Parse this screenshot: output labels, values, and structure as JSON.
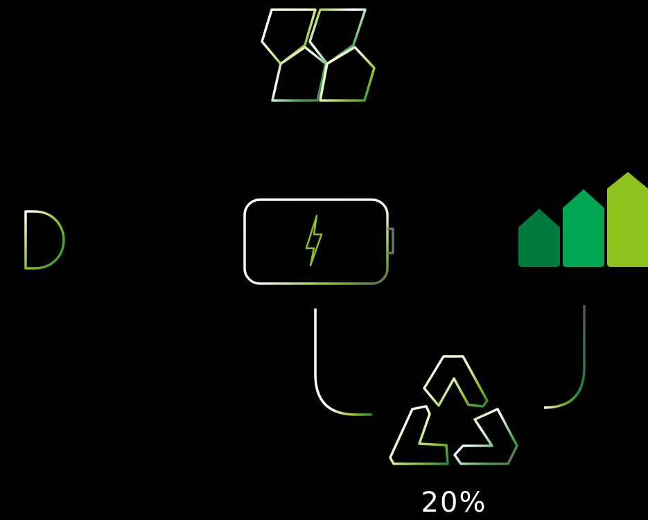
{
  "diagram": {
    "nodes": [
      {
        "name": "solar-panels",
        "icon": "solar-panel-icon"
      },
      {
        "name": "grid-plug",
        "icon": "plug-icon"
      },
      {
        "name": "battery",
        "icon": "battery-icon"
      },
      {
        "name": "energy-rating",
        "icon": "house-bars-icon"
      },
      {
        "name": "recycling",
        "icon": "recycle-icon"
      }
    ],
    "recycling_percentage": "20%",
    "colors": {
      "background": "#000000",
      "line_white": "#ffffff",
      "green_dark": "#007a3d",
      "green_mid": "#00a651",
      "green_light": "#8dc21f",
      "bolt": "#8dc21f"
    }
  }
}
